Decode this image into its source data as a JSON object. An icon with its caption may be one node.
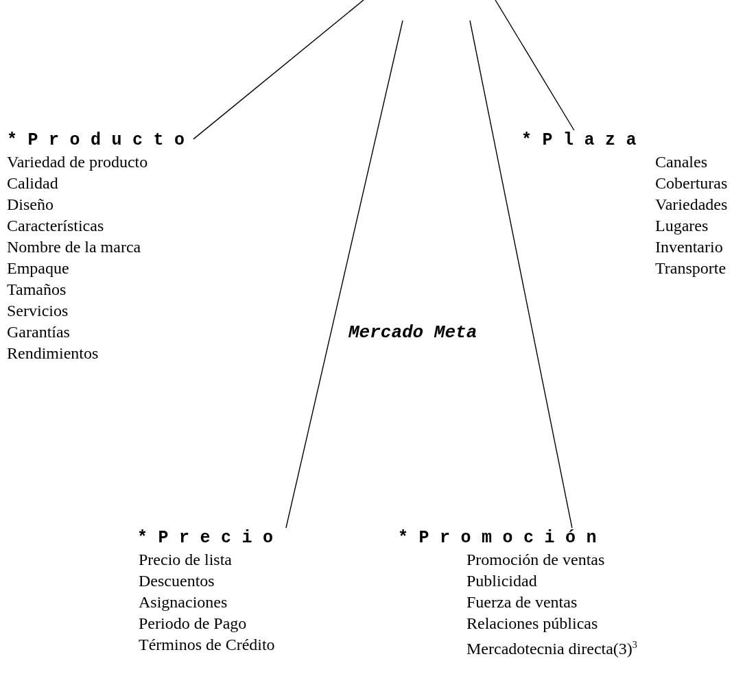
{
  "diagram": {
    "nodes": [
      {
        "text": [
          "*Producto",
          "Variedad de producto",
          "Calidad",
          "Diseño",
          "Características",
          "Nombre de la marca",
          "Empaque",
          "Tamaños",
          "Servicios",
          "Garantías",
          "Rendimientos"
        ]
      },
      {
        "text": [
          "*Plaza",
          "Canales",
          "Coberturas",
          "Variedades",
          "Lugares",
          "Inventario",
          "Transporte"
        ]
      },
      {
        "text": [
          "*Precio",
          "Precio de lista",
          "Descuentos",
          "Asignaciones",
          "Periodo de Pago",
          "Términos de Crédito"
        ]
      },
      {
        "text": [
          "*Promoción",
          "Promoción de ventas",
          "Publicidad",
          "Fuerza de ventas",
          "Relaciones públicas",
          "Mercadotecnia directa(3)$^{3}$"
        ]
      }
    ],
    "edges": [
      {
        "from": null,
        "to": 0,
        "arrow": "none"
      },
      {
        "from": null,
        "to": 2,
        "arrow": "none"
      },
      {
        "from": null,
        "to": 3,
        "arrow": "none"
      },
      {
        "from": null,
        "to": 1,
        "arrow": "none"
      }
    ],
    "labels": [
      "Mercado Meta"
    ]
  }
}
